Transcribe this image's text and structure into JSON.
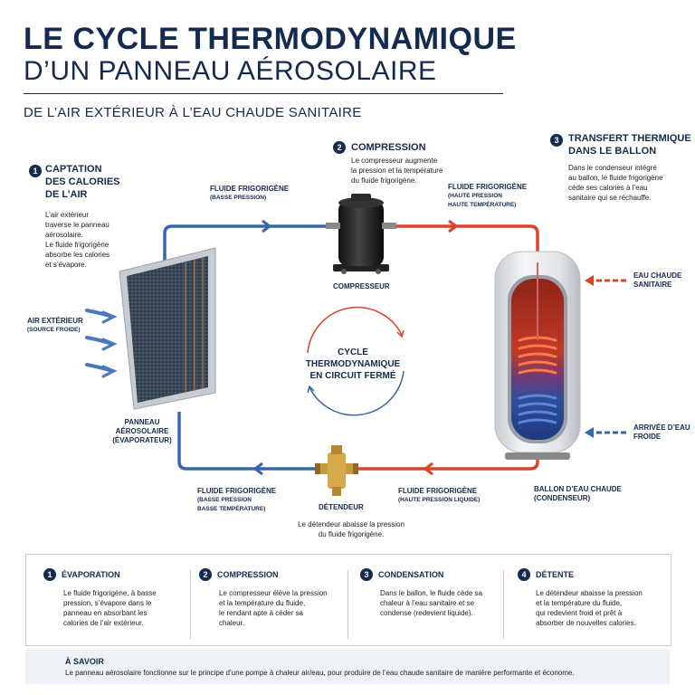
{
  "header": {
    "title_line1": "LE CYCLE THERMODYNAMIQUE",
    "title_line2": "D’UN PANNEAU AÉROSOLAIRE",
    "subtitle": "DE L’AIR EXTÉRIEUR À L’EAU CHAUDE SANITAIRE"
  },
  "sections": {
    "s1": {
      "num": "1",
      "title_l1": "CAPTATION",
      "title_l2": "DES CALORIES",
      "title_l3": "DE L’AIR",
      "body": [
        "L’air extérieur",
        "traverse le panneau",
        "aérosolaire.",
        "Le fluide frigorigène",
        "absorbe les calories",
        "et s’évapore."
      ]
    },
    "s2": {
      "num": "2",
      "title": "COMPRESSION",
      "body": [
        "Le compresseur augmente",
        "la pression et la température",
        "du fluide frigorigène."
      ]
    },
    "s3": {
      "num": "3",
      "title_l1": "TRANSFERT THERMIQUE",
      "title_l2": "DANS LE BALLON",
      "body": [
        "Dans le condenseur intégré",
        "au ballon, le fluide frigorigène",
        "cède ses calories à l’eau",
        "sanitaire qui se réchauffe."
      ]
    }
  },
  "labels": {
    "fluid_low_l1": "FLUIDE FRIGORIGÈNE",
    "fluid_low_l2": "(BASSE PRESSION)",
    "fluid_high_l1": "FLUIDE FRIGORIGÈNE",
    "fluid_high_l2": "(HAUTE PRESSION",
    "fluid_high_l3": "HAUTE TEMPÉRATURE)",
    "compressor": "COMPRESSEUR",
    "air_l1": "AIR EXTÉRIEUR",
    "air_l2": "(SOURCE FROIDE)",
    "panel_l1": "PANNEAU",
    "panel_l2": "AÉROSOLAIRE",
    "panel_l3": "(ÉVAPORATEUR)",
    "hot_water_l1": "EAU CHAUDE",
    "hot_water_l2": "SANITAIRE",
    "cold_water_l1": "ARRIVÉE D’EAU",
    "cold_water_l2": "FROIDE",
    "tank_l1": "BALLON D’EAU CHAUDE",
    "tank_l2": "(CONDENSEUR)",
    "fluid_bl_l1": "FLUIDE FRIGORIGÈNE",
    "fluid_bl_l2": "(BASSE PRESSION",
    "fluid_bl_l3": "BASSE TEMPÉRATURE)",
    "fluid_br_l1": "FLUIDE FRIGORIGÈNE",
    "fluid_br_l2": "(HAUTE PRESSION LIQUIDE)",
    "detendeur": "DÉTENDEUR",
    "detendeur_desc_l1": "Le détendeur abaisse la pression",
    "detendeur_desc_l2": "du fluide frigorigène.",
    "cycle_l1": "CYCLE",
    "cycle_l2": "THERMODYNAMIQUE",
    "cycle_l3": "EN CIRCUIT FERMÉ"
  },
  "steps": [
    {
      "num": "1",
      "title": "ÉVAPORATION",
      "body": [
        "Le fluide frigorigène, à basse",
        "pression, s’évapore dans le",
        "panneau en absorbant les",
        "calories de l’air extérieur."
      ]
    },
    {
      "num": "2",
      "title": "COMPRESSION",
      "body": [
        "Le compresseur élève la pression",
        "et la température du fluide,",
        "le rendant apte à céder sa",
        "chaleur."
      ]
    },
    {
      "num": "3",
      "title": "CONDENSATION",
      "body": [
        "Dans le ballon, le fluide cède sa",
        "chaleur à l’eau sanitaire et se",
        "condense (redevient liquide)."
      ]
    },
    {
      "num": "4",
      "title": "DÉTENTE",
      "body": [
        "Le détendeur abaisse la pression",
        "et la température du fluide,",
        "qui redevient froid et prêt à",
        "absorber de nouvelles calories."
      ]
    }
  ],
  "info": {
    "title": "À SAVOIR",
    "text": "Le panneau aérosolaire fonctionne sur le principe d’une pompe à chaleur air/eau, pour produire de l’eau chaude sanitaire de manière performante et économe."
  },
  "colors": {
    "navy": "#142a4e",
    "cold": "#3a66a8",
    "hot": "#d9442b"
  }
}
